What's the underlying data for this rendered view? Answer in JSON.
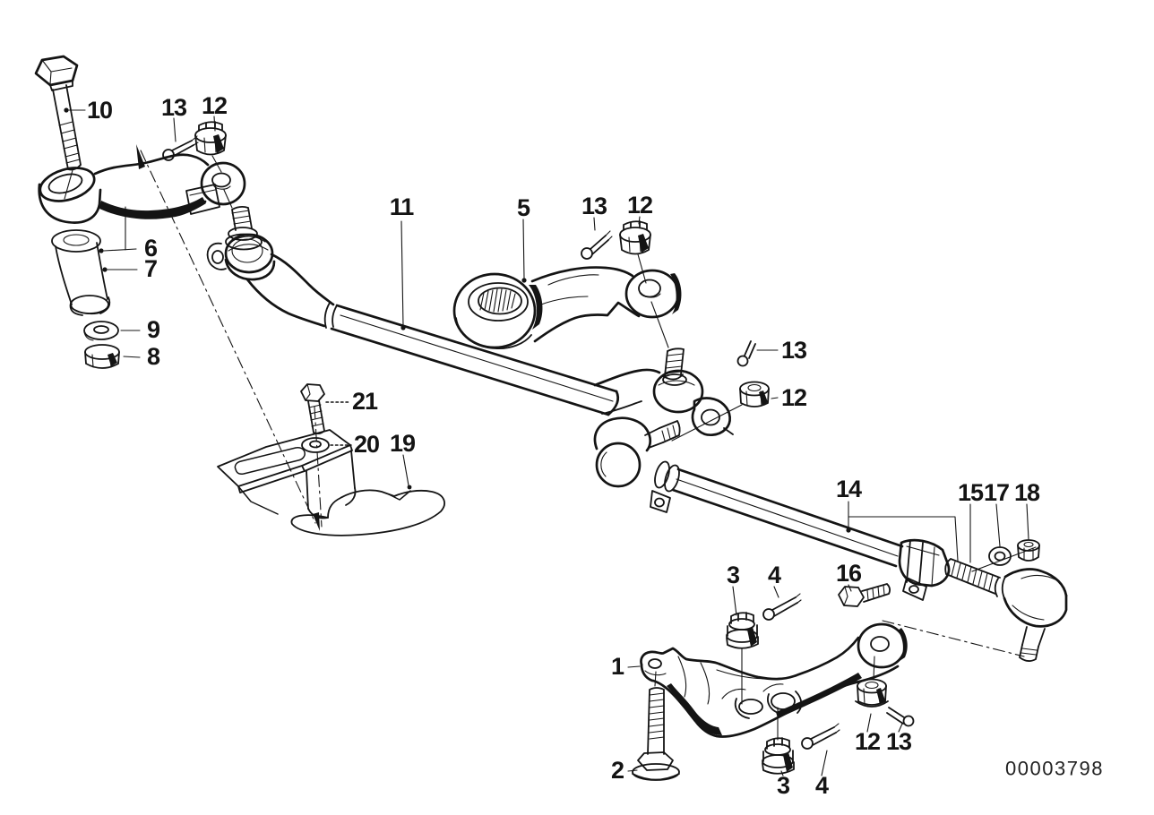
{
  "diagram": {
    "drawing_number": "00003798",
    "colors": {
      "ink": "#141414",
      "background": "#ffffff"
    },
    "callouts": [
      {
        "text": "10"
      },
      {
        "text": "13"
      },
      {
        "text": "12"
      },
      {
        "text": "6"
      },
      {
        "text": "7"
      },
      {
        "text": "9"
      },
      {
        "text": "8"
      },
      {
        "text": "11"
      },
      {
        "text": "5"
      },
      {
        "text": "13"
      },
      {
        "text": "12"
      },
      {
        "text": "13"
      },
      {
        "text": "12"
      },
      {
        "text": "21"
      },
      {
        "text": "20"
      },
      {
        "text": "19"
      },
      {
        "text": "14"
      },
      {
        "text": "15"
      },
      {
        "text": "17"
      },
      {
        "text": "18"
      },
      {
        "text": "16"
      },
      {
        "text": "3"
      },
      {
        "text": "4"
      },
      {
        "text": "1"
      },
      {
        "text": "2"
      },
      {
        "text": "3"
      },
      {
        "text": "4"
      },
      {
        "text": "12"
      },
      {
        "text": "13"
      }
    ]
  }
}
